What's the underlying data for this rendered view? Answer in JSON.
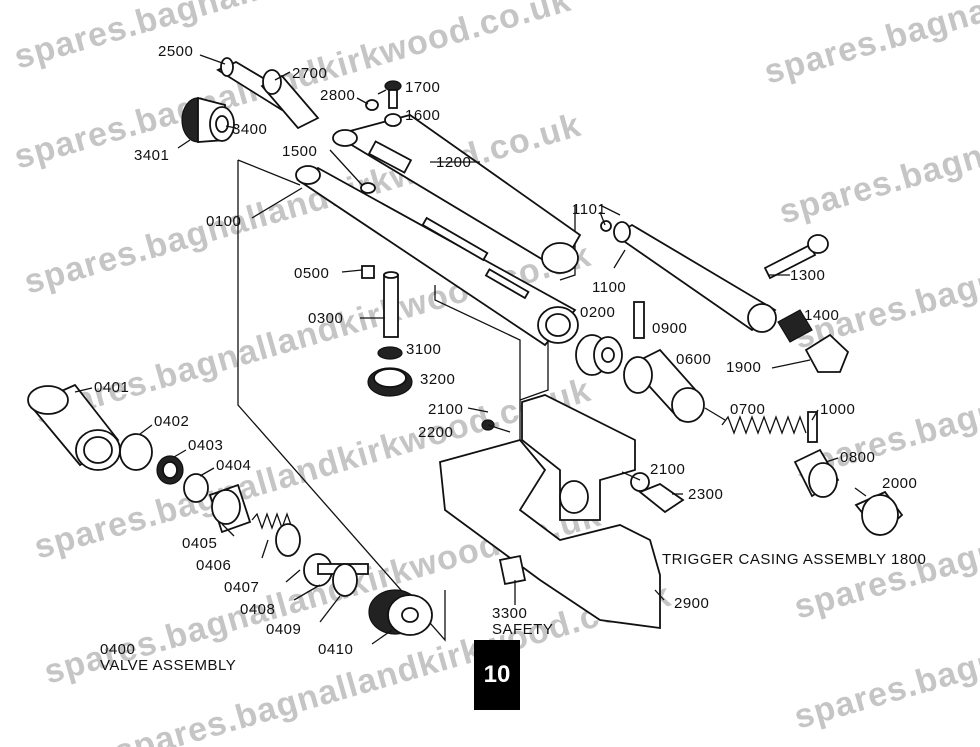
{
  "watermark": "spares.bagnallandkirkwood.co.uk",
  "page_number": "10",
  "labels": {
    "p2500": "2500",
    "p2700": "2700",
    "p2800": "2800",
    "p1700": "1700",
    "p1600": "1600",
    "p3400": "3400",
    "p3401": "3401",
    "p1500": "1500",
    "p1200": "1200",
    "p0100": "0100",
    "p1101": "1101",
    "p1100": "1100",
    "p1300": "1300",
    "p0500": "0500",
    "p0300": "0300",
    "p0200": "0200",
    "p0900": "0900",
    "p1400": "1400",
    "p3100": "3100",
    "p0600": "0600",
    "p1900": "1900",
    "p3200": "3200",
    "p0401": "0401",
    "p0402": "0402",
    "p0403": "0403",
    "p0404": "0404",
    "p2100a": "2100",
    "p2200": "2200",
    "p0700": "0700",
    "p1000": "1000",
    "p0800": "0800",
    "p2100b": "2100",
    "p2300": "2300",
    "p2000": "2000",
    "p0405": "0405",
    "p0406": "0406",
    "p0407": "0407",
    "p0408": "0408",
    "p0409": "0409",
    "p0410": "0410",
    "trigger_casing": "TRIGGER CASING ASSEMBLY 1800",
    "p2900": "2900",
    "safety_num": "3300",
    "safety_text": "SAFETY",
    "valve_num": "0400",
    "valve_text": "VALVE ASSEMBLY"
  }
}
